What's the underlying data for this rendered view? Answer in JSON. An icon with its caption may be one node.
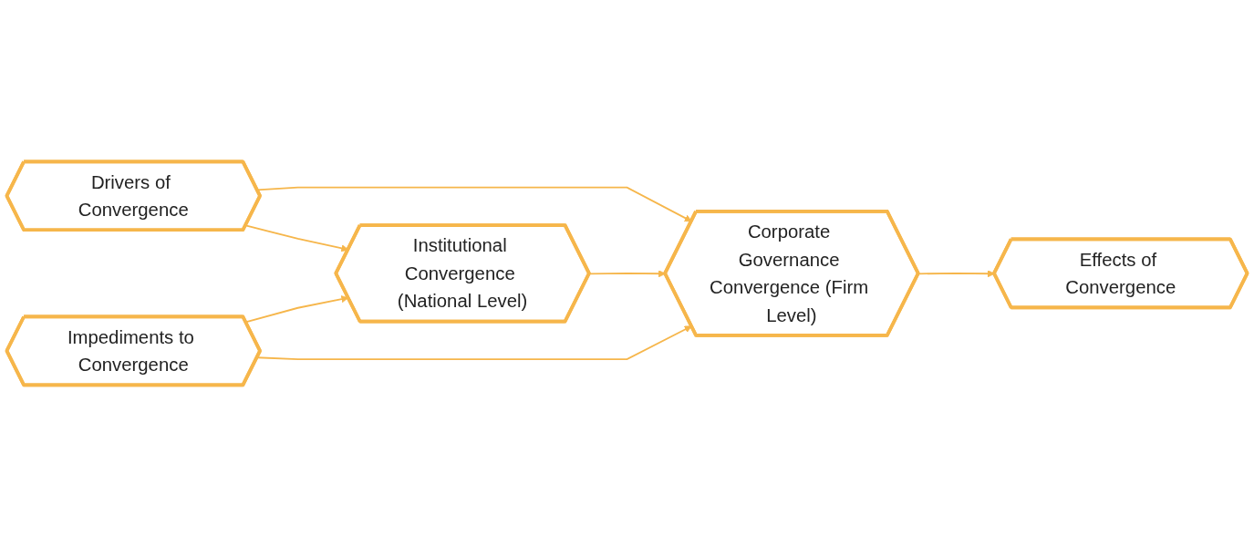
{
  "diagram": {
    "nodes": [
      {
        "text": [
          "Drivers of Convergence"
        ]
      },
      {
        "text": [
          "Institutional Convergence (National Level)"
        ]
      },
      {
        "text": [
          "Corporate Governance Convergence (Firm Level)"
        ]
      },
      {
        "text": [
          "Effects of Convergence"
        ]
      },
      {
        "text": [
          "Impediments to Convergence"
        ]
      }
    ],
    "edges": [
      {
        "from": 0,
        "to": 1,
        "arrow": "to"
      },
      {
        "from": 0,
        "to": 2,
        "arrow": "to"
      },
      {
        "from": 1,
        "to": 2,
        "arrow": "to"
      },
      {
        "from": 2,
        "to": 3,
        "arrow": "to"
      },
      {
        "from": 4,
        "to": 1,
        "arrow": "to"
      },
      {
        "from": 4,
        "to": 2,
        "arrow": "to"
      }
    ]
  }
}
